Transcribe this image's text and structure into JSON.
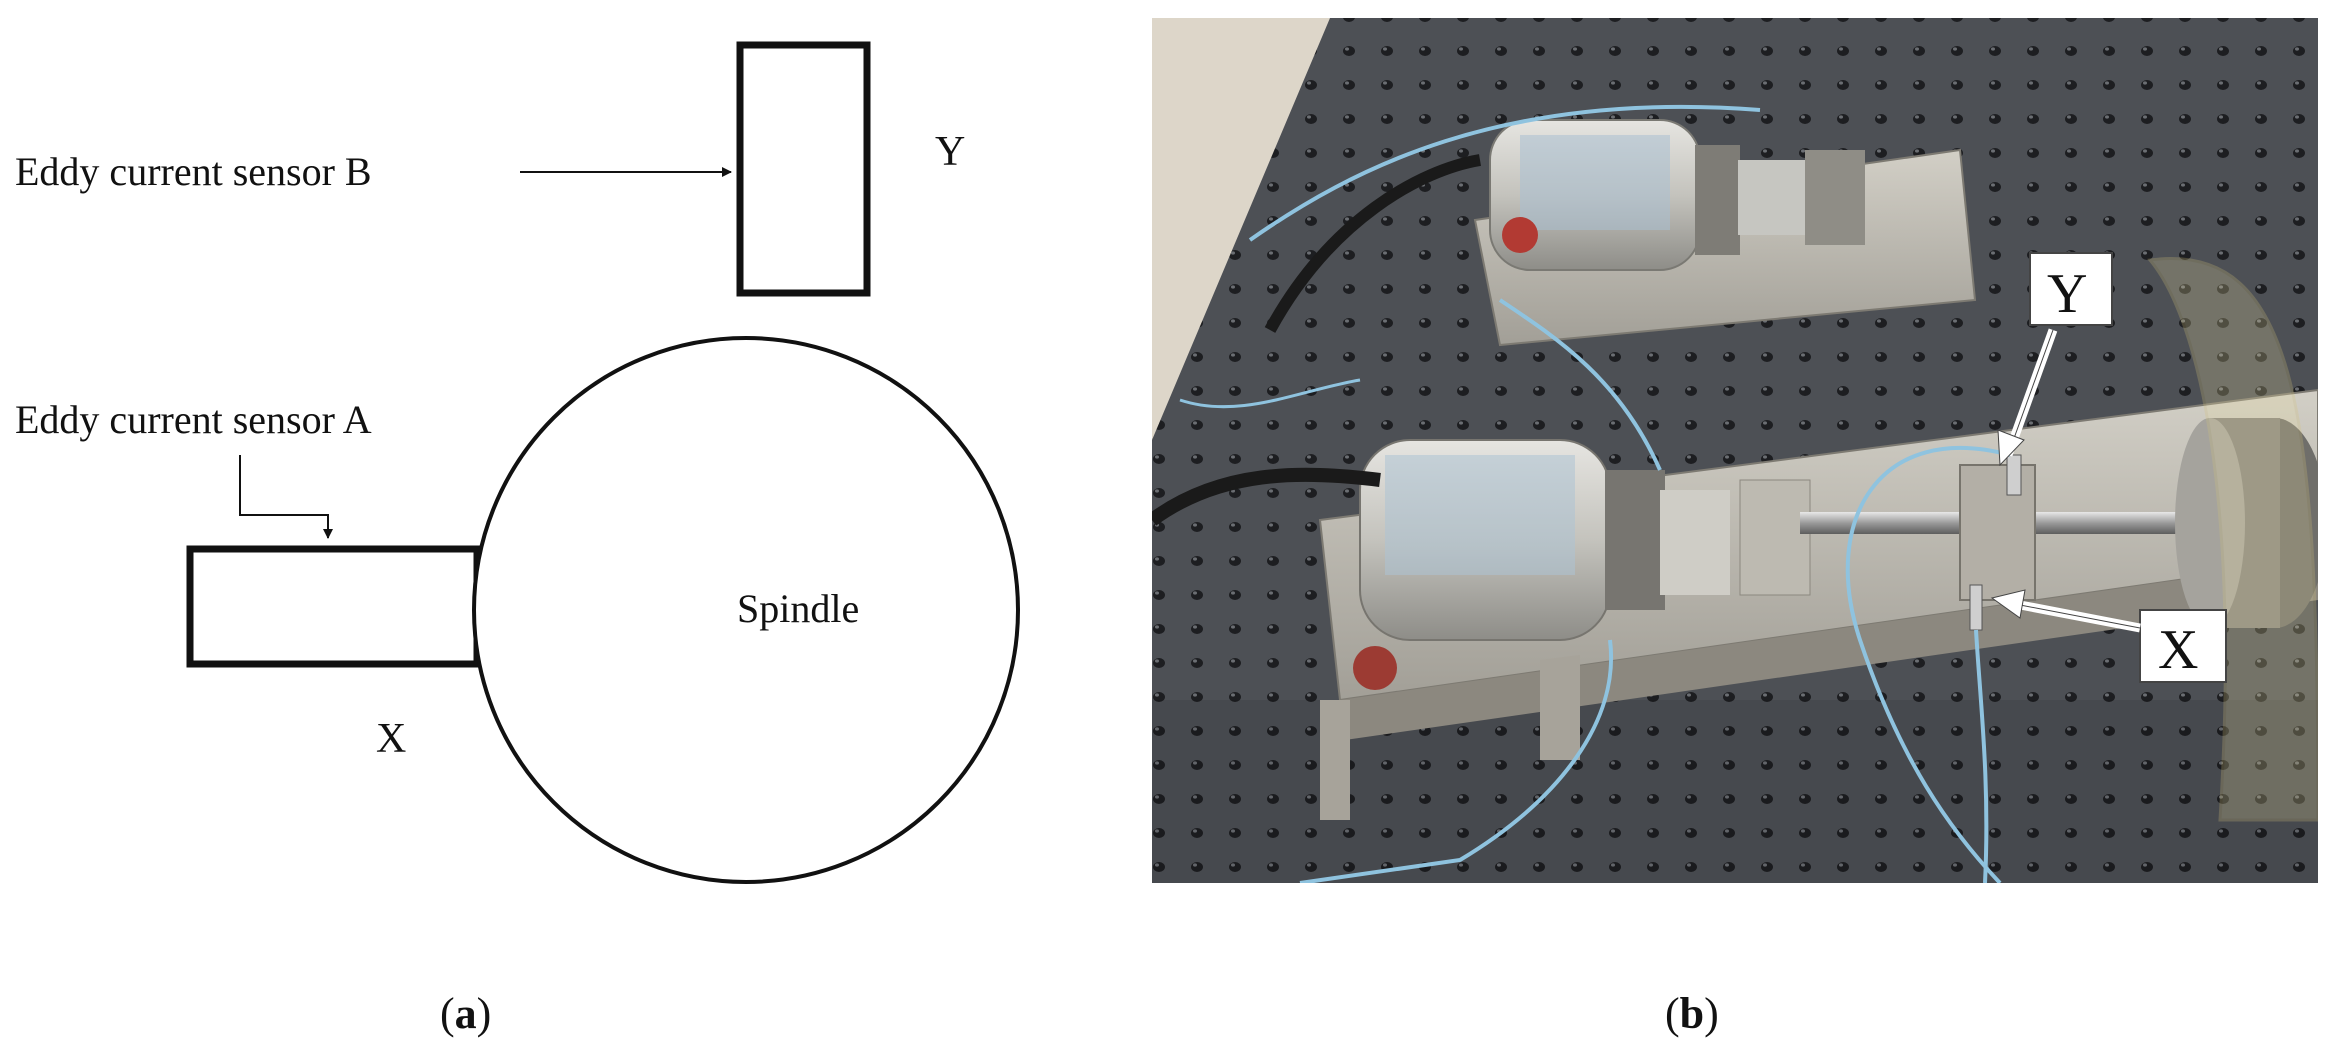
{
  "panel_a": {
    "sensor_b_label": "Eddy current sensor B",
    "sensor_a_label": "Eddy current sensor A",
    "spindle_label": "Spindle",
    "y_axis_label": "Y",
    "x_axis_label": "X",
    "caption_open": "(",
    "caption_letter": "a",
    "caption_close": ")"
  },
  "panel_b": {
    "y_callout": "Y",
    "x_callout": "X",
    "caption_open": "(",
    "caption_letter": "b",
    "caption_close": ")"
  },
  "colors": {
    "ink": "#111111",
    "table": "#4a4d52",
    "hole": "#1c1d20",
    "metal": "#b9b6ad",
    "motor": "#cfcfcb",
    "cable": "#8fc3df",
    "black_cable": "#1a1a1a",
    "wall": "#d9d3c7"
  }
}
